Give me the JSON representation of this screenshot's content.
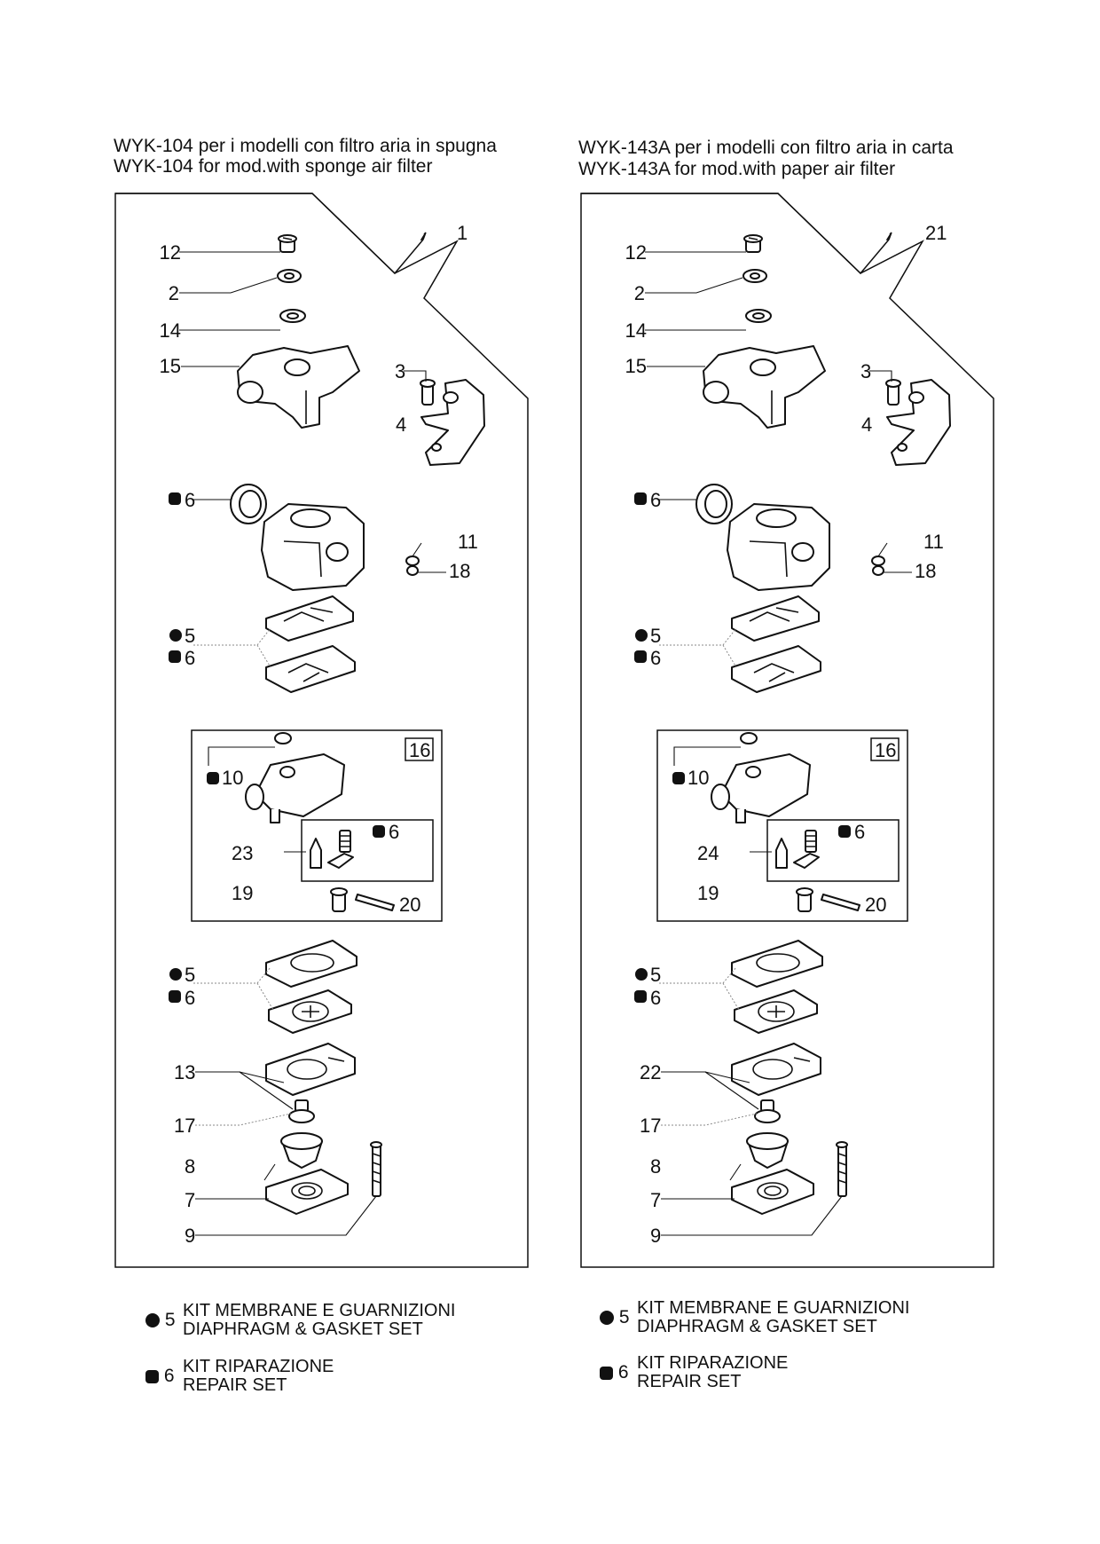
{
  "left": {
    "title_line1": "WYK-104 per i modelli con filtro aria in spugna",
    "title_line2": "WYK-104 for mod.with sponge air filter",
    "labels": {
      "assembly": "1",
      "l12": "12",
      "l2": "2",
      "l14": "14",
      "l15": "15",
      "l3": "3",
      "l4": "4",
      "l6a": "6",
      "l11": "11",
      "l18": "18",
      "l5a": "5",
      "l6b": "6",
      "l16": "16",
      "l10": "10",
      "l6c": "6",
      "l23": "23",
      "l19": "19",
      "l20": "20",
      "l5b": "5",
      "l6d": "6",
      "l13": "13",
      "l17": "17",
      "l8": "8",
      "l7": "7",
      "l9": "9"
    }
  },
  "right": {
    "title_line1": "WYK-143A per i modelli con filtro aria in carta",
    "title_line2": "WYK-143A for mod.with paper air filter",
    "labels": {
      "assembly": "21",
      "l12": "12",
      "l2": "2",
      "l14": "14",
      "l15": "15",
      "l3": "3",
      "l4": "4",
      "l6a": "6",
      "l11": "11",
      "l18": "18",
      "l5a": "5",
      "l6b": "6",
      "l16": "16",
      "l10": "10",
      "l6c": "6",
      "l23": "24",
      "l19": "19",
      "l20": "20",
      "l5b": "5",
      "l6d": "6",
      "l13": "22",
      "l17": "17",
      "l8": "8",
      "l7": "7",
      "l9": "9"
    }
  },
  "legend": {
    "kit5_num": "5",
    "kit5_line1": "KIT MEMBRANE E GUARNIZIONI",
    "kit5_line2": "DIAPHRAGM & GASKET SET",
    "kit6_num": "6",
    "kit6_line1": "KIT RIPARAZIONE",
    "kit6_line2": "REPAIR SET"
  },
  "marker_symbols": {
    "kit5": "circle",
    "kit6": "rounded-square"
  }
}
